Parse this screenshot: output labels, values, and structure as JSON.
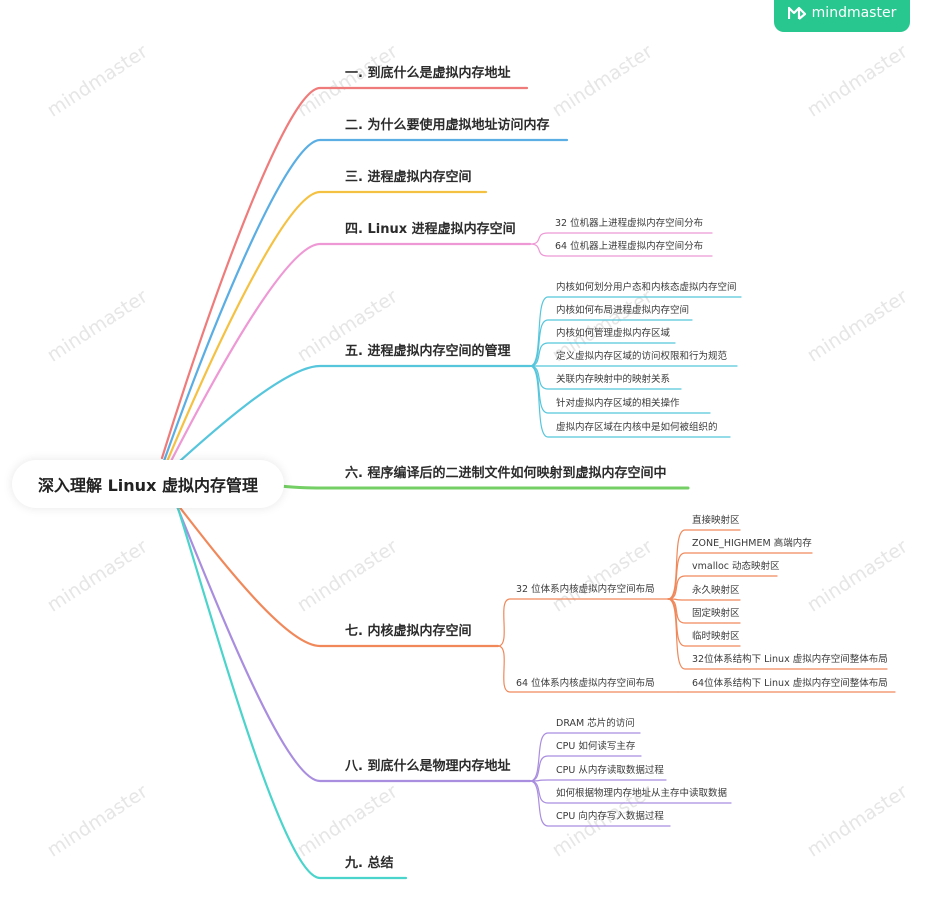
{
  "brand": {
    "name": "mindmaster"
  },
  "watermark": "mindmaster",
  "root": "深入理解 Linux 虚拟内存管理",
  "colors": {
    "b1": "#ef7b7b",
    "b2": "#5aaee3",
    "b3": "#f5c142",
    "b4": "#ee99d5",
    "b5": "#56c6dc",
    "b6": "#74cf64",
    "b7": "#f0885a",
    "b8": "#a98ddf",
    "b9": "#4bd4cc",
    "brand": "#27c78f"
  },
  "branches": [
    {
      "label": "一. 到底什么是虚拟内存地址",
      "children": []
    },
    {
      "label": "二. 为什么要使用虚拟地址访问内存",
      "children": []
    },
    {
      "label": "三. 进程虚拟内存空间",
      "children": []
    },
    {
      "label": "四. Linux 进程虚拟内存空间",
      "children": [
        {
          "label": "32 位机器上进程虚拟内存空间分布"
        },
        {
          "label": "64 位机器上进程虚拟内存空间分布"
        }
      ]
    },
    {
      "label": "五. 进程虚拟内存空间的管理",
      "children": [
        {
          "label": "内核如何划分用户态和内核态虚拟内存空间"
        },
        {
          "label": "内核如何布局进程虚拟内存空间"
        },
        {
          "label": "内核如何管理虚拟内存区域"
        },
        {
          "label": "定义虚拟内存区域的访问权限和行为规范"
        },
        {
          "label": "关联内存映射中的映射关系"
        },
        {
          "label": "针对虚拟内存区域的相关操作"
        },
        {
          "label": "虚拟内存区域在内核中是如何被组织的"
        }
      ]
    },
    {
      "label": "六. 程序编译后的二进制文件如何映射到虚拟内存空间中",
      "children": []
    },
    {
      "label": "七. 内核虚拟内存空间",
      "children": [
        {
          "label": "32 位体系内核虚拟内存空间布局",
          "children": [
            {
              "label": "直接映射区"
            },
            {
              "label": "ZONE_HIGHMEM 高端内存"
            },
            {
              "label": "vmalloc 动态映射区"
            },
            {
              "label": "永久映射区"
            },
            {
              "label": "固定映射区"
            },
            {
              "label": "临时映射区"
            },
            {
              "label": "32位体系结构下 Linux 虚拟内存空间整体布局"
            }
          ]
        },
        {
          "label": "64 位体系内核虚拟内存空间布局",
          "children": [
            {
              "label": "64位体系结构下 Linux 虚拟内存空间整体布局"
            }
          ]
        }
      ]
    },
    {
      "label": "八. 到底什么是物理内存地址",
      "children": [
        {
          "label": "DRAM 芯片的访问"
        },
        {
          "label": "CPU 如何读写主存"
        },
        {
          "label": "CPU 从内存读取数据过程"
        },
        {
          "label": "如何根据物理内存地址从主存中读取数据"
        },
        {
          "label": "CPU 向内存写入数据过程"
        }
      ]
    },
    {
      "label": "九. 总结",
      "children": []
    }
  ]
}
